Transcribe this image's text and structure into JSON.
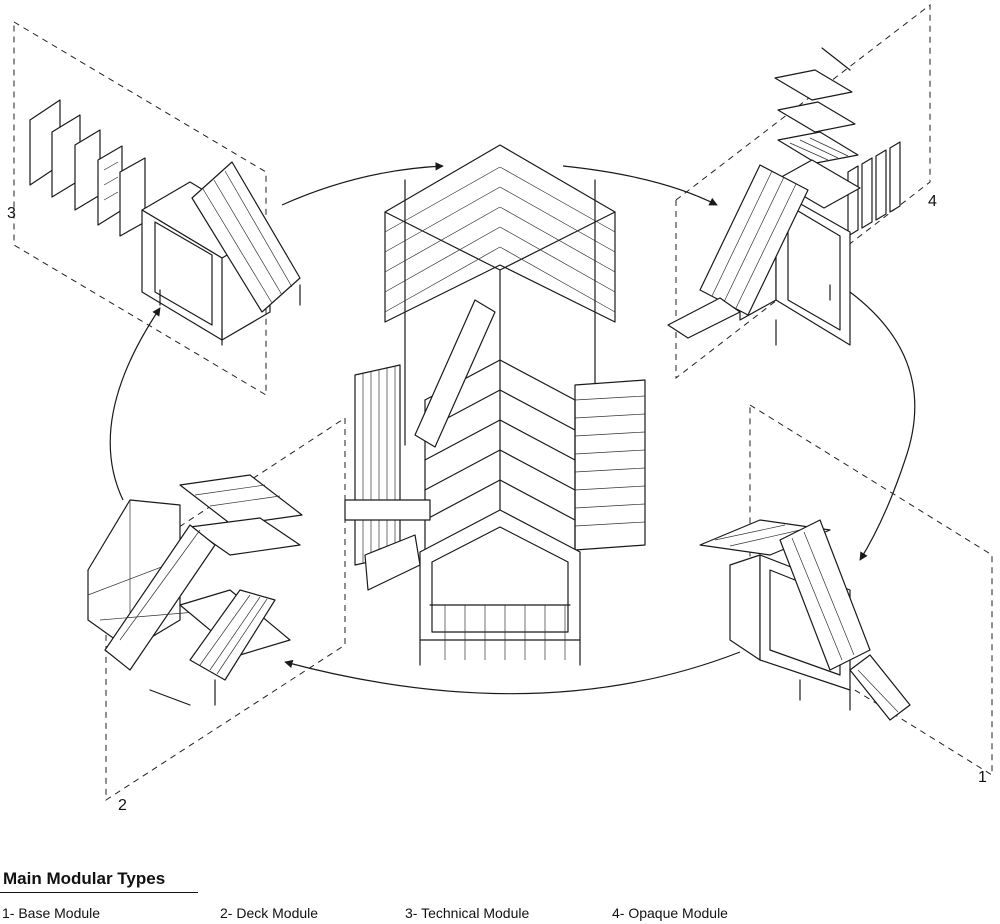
{
  "module_numbers": {
    "technical": "3",
    "opaque": "4",
    "deck": "2",
    "base": "1"
  },
  "legend": {
    "title": "Main Modular Types",
    "items": [
      "1- Base Module",
      "2- Deck Module",
      "3- Technical Module",
      "4- Opaque Module"
    ]
  }
}
